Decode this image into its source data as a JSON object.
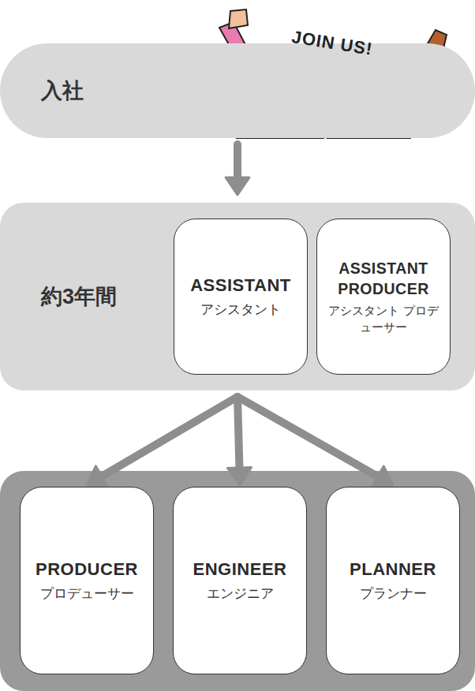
{
  "diagram": {
    "nodes": [
      {
        "text": [
          "入社"
        ]
      },
      {
        "text": [
          "約3年間"
        ]
      },
      {
        "text": [
          "ASSISTANT",
          "アシスタント"
        ],
        "in": 1
      },
      {
        "text": [
          "ASSISTANT PRODUCER",
          "アシスタント プロデューサー"
        ],
        "in": 1
      },
      {
        "text": [
          "PRODUCER",
          "プロデューサー"
        ]
      },
      {
        "text": [
          "ENGINEER",
          "エンジニア"
        ]
      },
      {
        "text": [
          "PLANNER",
          "プランナー"
        ]
      }
    ],
    "edges": [
      {
        "from": 0,
        "to": 1,
        "arrow": "to"
      },
      {
        "from": 1,
        "to": 4,
        "arrow": "to"
      },
      {
        "from": 1,
        "to": 5,
        "arrow": "to"
      },
      {
        "from": 1,
        "to": 6,
        "arrow": "to"
      }
    ],
    "labels": [
      "JOIN US!"
    ]
  }
}
